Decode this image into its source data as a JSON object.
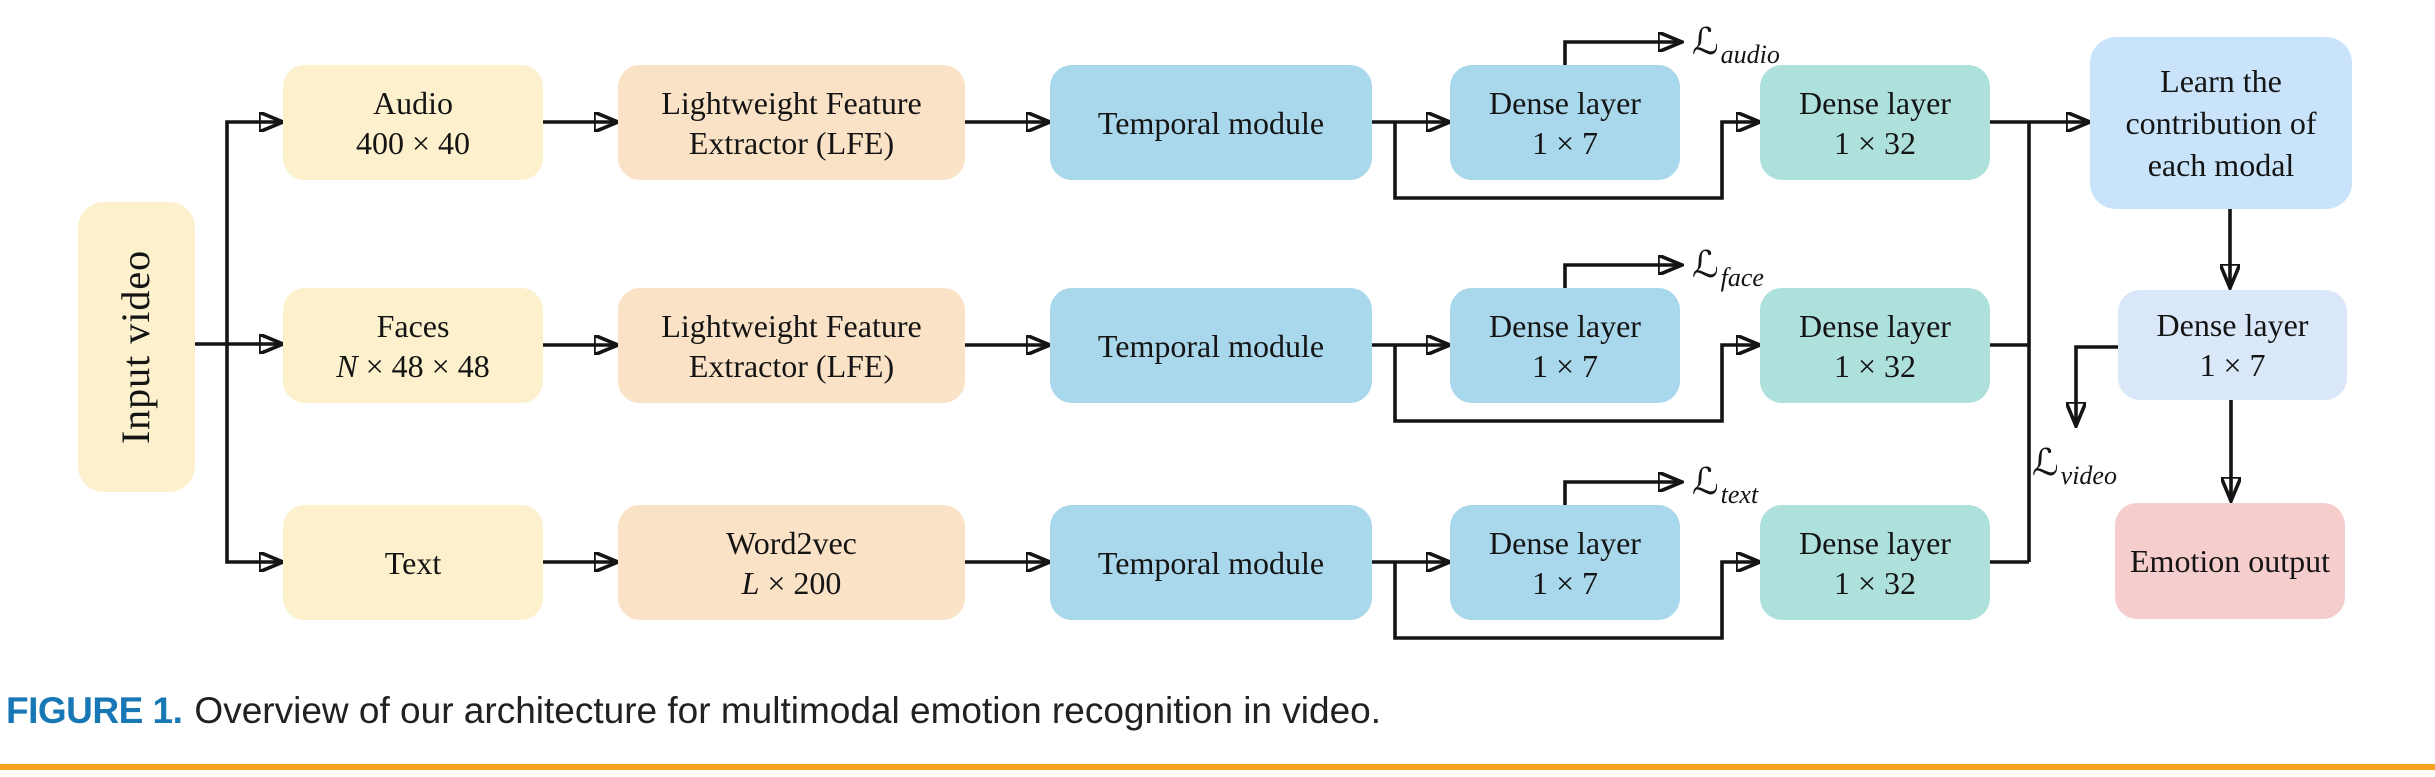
{
  "figure": {
    "input_video_label": "Input video",
    "rows": [
      {
        "modality": "audio",
        "source": {
          "title": "Audio",
          "dims_var": "",
          "dims_rest": "400 × 40"
        },
        "extractor": {
          "title": "Lightweight Feature",
          "dims_var": "",
          "dims_rest": "Extractor (LFE)"
        },
        "temporal_label": "Temporal module",
        "dense_a_label": "Dense layer\n1 × 7",
        "dense_b_label": "Dense layer\n1 × 32",
        "loss": {
          "symbol": "ℒ",
          "sub": "audio"
        }
      },
      {
        "modality": "faces",
        "source": {
          "title": "Faces",
          "dims_var": "N",
          "dims_rest": " × 48 × 48"
        },
        "extractor": {
          "title": "Lightweight Feature",
          "dims_var": "",
          "dims_rest": "Extractor (LFE)"
        },
        "temporal_label": "Temporal module",
        "dense_a_label": "Dense layer\n1 × 7",
        "dense_b_label": "Dense layer\n1 × 32",
        "loss": {
          "symbol": "ℒ",
          "sub": "face"
        }
      },
      {
        "modality": "text",
        "source": {
          "title": "Text"
        },
        "extractor": {
          "title": "Word2vec",
          "dims_var": "L",
          "dims_rest": " × 200"
        },
        "temporal_label": "Temporal module",
        "dense_a_label": "Dense layer\n1 × 7",
        "dense_b_label": "Dense layer\n1 × 32",
        "loss": {
          "symbol": "ℒ",
          "sub": "text"
        }
      }
    ],
    "fusion": {
      "learn_label": "Learn the\ncontribution of\neach modal",
      "dense_label": "Dense layer\n1 × 7",
      "output_label": "Emotion output",
      "loss": {
        "symbol": "ℒ",
        "sub": "video"
      }
    }
  },
  "caption": {
    "label": "FIGURE 1.",
    "text": "Overview of our architecture for multimodal emotion recognition in video."
  },
  "colors": {
    "source": "#FCF1CC",
    "extractor": "#FAE2C6",
    "module": "#A9D7EB",
    "embed": "#AEE0DC",
    "fusion": "#C9E4FA",
    "fusion_dense": "#D9E7F8",
    "output": "#F5CDCC",
    "line": "#141414",
    "caption_accent": "#1877B5",
    "caption_text": "#212121",
    "rule": "#F5A320"
  }
}
